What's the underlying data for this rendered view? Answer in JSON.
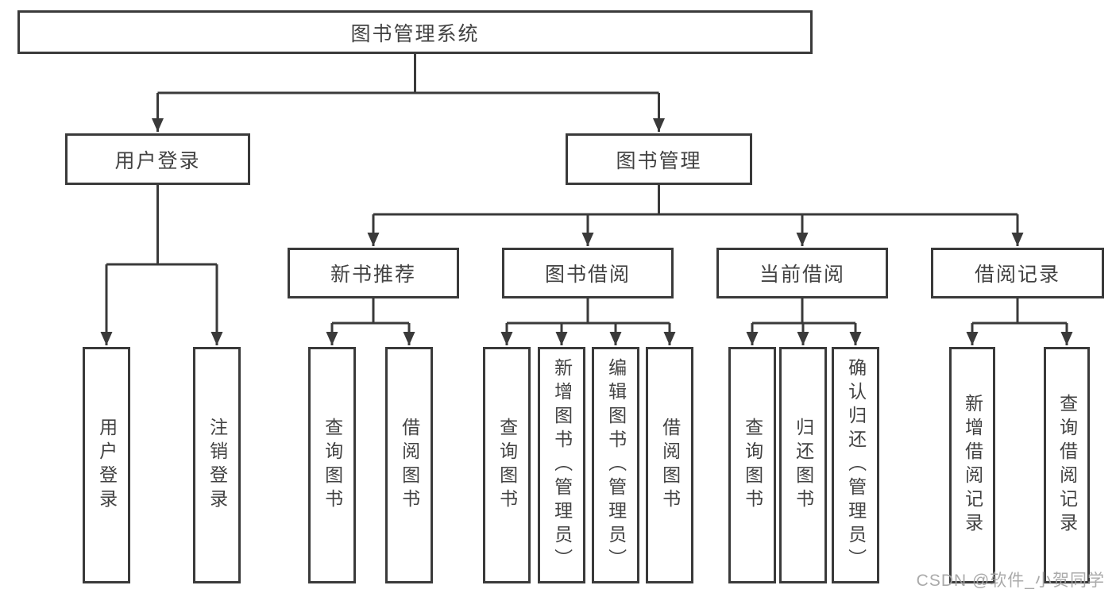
{
  "diagram": {
    "title": "图书管理系统",
    "type": "function-structure-tree",
    "colors": {
      "line": "#3a3a3a",
      "box_border": "#3a3a3a",
      "box_fill": "#ffffff",
      "text": "#424242",
      "watermark": "#a3a3a3",
      "background": "#ffffff"
    },
    "tree": {
      "root": "图书管理系统",
      "branches": [
        {
          "label": "用户登录",
          "children": [
            "用户登录",
            "注销登录"
          ]
        },
        {
          "label": "图书管理",
          "children": [
            {
              "label": "新书推荐",
              "children": [
                "查询图书",
                "借阅图书"
              ]
            },
            {
              "label": "图书借阅",
              "children": [
                "查询图书",
                "新增图书（管理员）",
                "编辑图书（管理员）",
                "借阅图书"
              ]
            },
            {
              "label": "当前借阅",
              "children": [
                "查询图书",
                "归还图书",
                "确认归还（管理员）"
              ]
            },
            {
              "label": "借阅记录",
              "children": [
                "新增借阅记录",
                "查询借阅记录"
              ]
            }
          ]
        }
      ]
    },
    "watermark": "CSDN @软件_小贺同学"
  }
}
